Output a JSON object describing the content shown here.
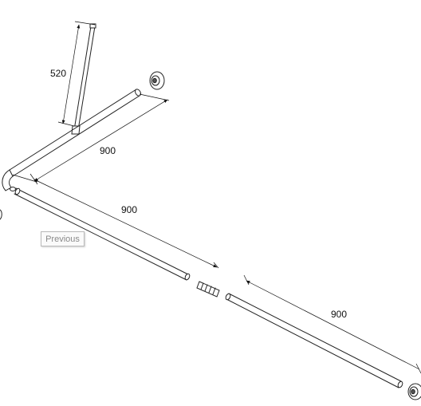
{
  "diagram": {
    "dimensions": {
      "drop_rod_length": "520",
      "rail_top": "900",
      "rail_middle": "900",
      "rail_right": "900"
    },
    "parts": [
      "top-rail",
      "drop-rod",
      "left-rail",
      "connector",
      "right-rail",
      "wall-bracket-top",
      "wall-bracket-right",
      "corner-elbow"
    ]
  },
  "nav": {
    "previous_label": "Previous"
  }
}
